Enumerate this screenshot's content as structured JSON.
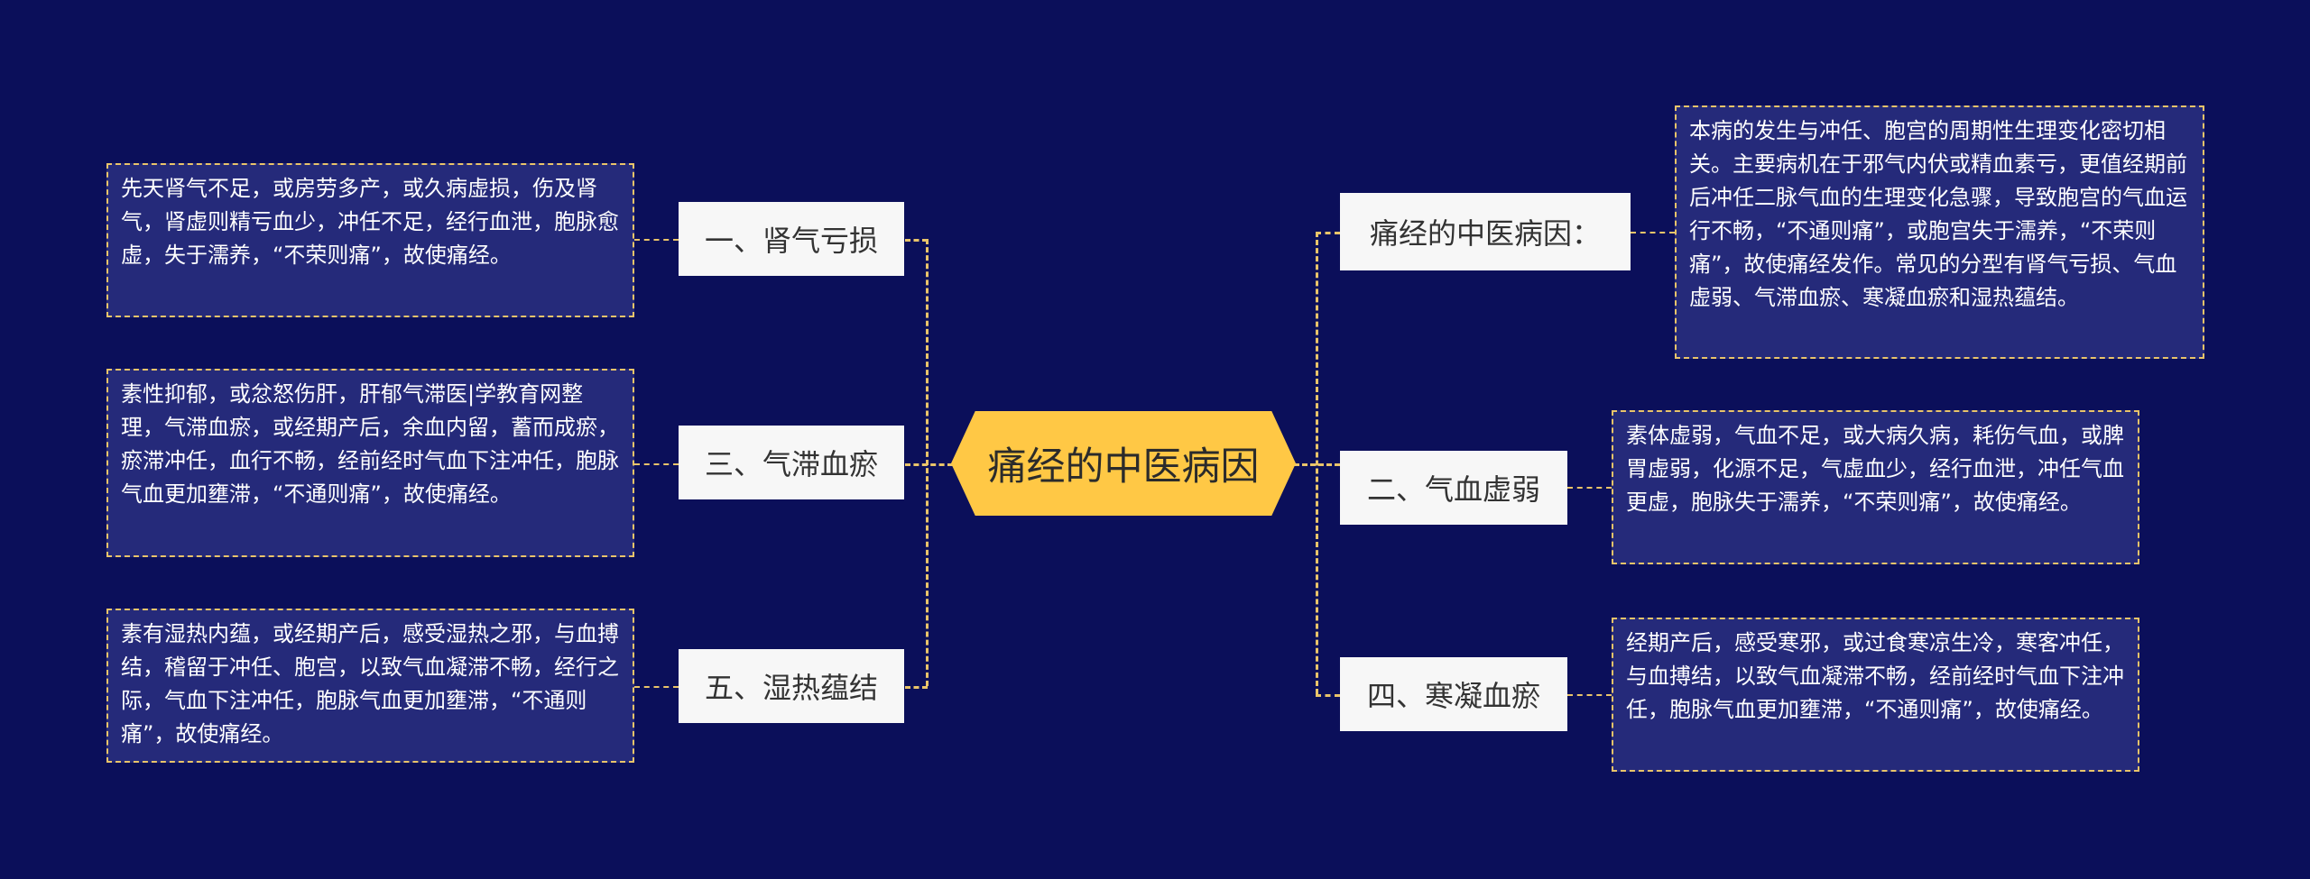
{
  "mindmap": {
    "center": "痛经的中医病因",
    "branches": [
      {
        "label": "一、肾气亏损",
        "detail": "先天肾气不足，或房劳多产，或久病虚损，伤及肾气，肾虚则精亏血少，冲任不足，经行血泄，胞脉愈虚，失于濡养，“不荣则痛”，故使痛经。"
      },
      {
        "label": "三、气滞血瘀",
        "detail": "素性抑郁，或忿怒伤肝，肝郁气滞医|学教育网整理，气滞血瘀，或经期产后，余血内留，蓄而成瘀，瘀滞冲任，血行不畅，经前经时气血下注冲任，胞脉气血更加壅滞，“不通则痛”，故使痛经。"
      },
      {
        "label": "五、湿热蕴结",
        "detail": "素有湿热内蕴，或经期产后，感受湿热之邪，与血搏结，稽留于冲任、胞宫，以致气血凝滞不畅，经行之际，气血下注冲任，胞脉气血更加壅滞，“不通则痛”，故使痛经。"
      },
      {
        "label": "痛经的中医病因：",
        "detail": "本病的发生与冲任、胞宫的周期性生理变化密切相关。主要病机在于邪气内伏或精血素亏，更值经期前后冲任二脉气血的生理变化急骤，导致胞宫的气血运行不畅，“不通则痛”，或胞宫失于濡养，“不荣则痛”，故使痛经发作。常见的分型有肾气亏损、气血虚弱、气滞血瘀、寒凝血瘀和湿热蕴结。"
      },
      {
        "label": "二、气血虚弱",
        "detail": "素体虚弱，气血不足，或大病久病，耗伤气血，或脾胃虚弱，化源不足，气虚血少，经行血泄，冲任气血更虚，胞脉失于濡养，“不荣则痛”，故使痛经。"
      },
      {
        "label": "四、寒凝血瘀",
        "detail": "经期产后，感受寒邪，或过食寒凉生冷，寒客冲任，与血搏结，以致气血凝滞不畅，经前经时气血下注冲任，胞脉气血更加壅滞，“不通则痛”，故使痛经。"
      }
    ]
  },
  "colors": {
    "background": "#0b0f5a",
    "center_fill": "#ffc845",
    "connector": "#e9c46a",
    "leaf_fill": "#252a7a",
    "branch_fill": "#f7f7f7"
  }
}
